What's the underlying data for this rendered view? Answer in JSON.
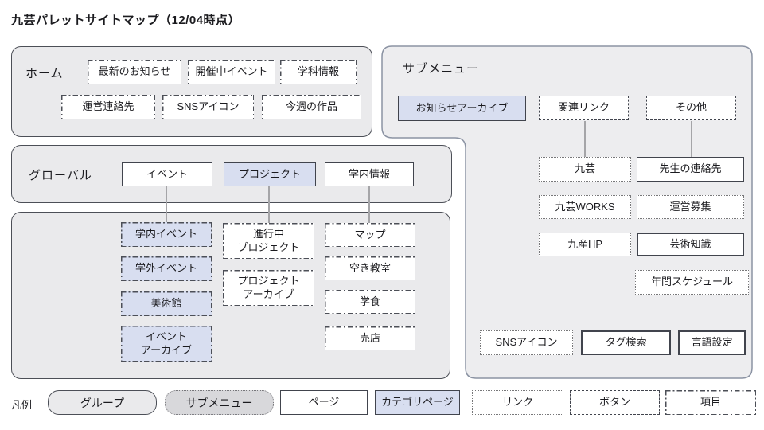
{
  "title": "九芸パレットサイトマップ（12/04時点）",
  "home": {
    "label": "ホーム",
    "items": [
      "最新のお知らせ",
      "開催中イベント",
      "学科情報",
      "運営連絡先",
      "SNSアイコン",
      "今週の作品"
    ]
  },
  "global": {
    "label": "グローバル",
    "items": [
      "イベント",
      "プロジェクト",
      "学内情報"
    ]
  },
  "detail": {
    "event_pages": [
      "学内イベント",
      "学外イベント",
      "美術館",
      "イベント\nアーカイブ"
    ],
    "project_pages": [
      "進行中\nプロジェクト",
      "プロジェクト\nアーカイブ"
    ],
    "campus_pages": [
      "マップ",
      "空き教室",
      "学食",
      "売店"
    ]
  },
  "submenu": {
    "label": "サブメニュー",
    "primary": [
      "お知らせアーカイブ",
      "関連リンク",
      "その他"
    ],
    "links": [
      "九芸",
      "先生の連絡先",
      "九芸WORKS",
      "運営募集",
      "九産HP",
      "芸術知識",
      "年間スケジュール"
    ],
    "bottom": [
      "SNSアイコン",
      "タグ検索",
      "言語設定"
    ]
  },
  "legend": {
    "label": "凡例",
    "items": [
      "グループ",
      "サブメニュー",
      "ページ",
      "カテゴリページ",
      "リンク",
      "ボタン",
      "項目"
    ]
  },
  "colors": {
    "category_blue": "#d8def0",
    "group_fill": "#eaeaec",
    "submenu_fill": "#ededef",
    "submenu_border": "#8b93a3",
    "legend_submenu_fill": "#d8d8db"
  }
}
